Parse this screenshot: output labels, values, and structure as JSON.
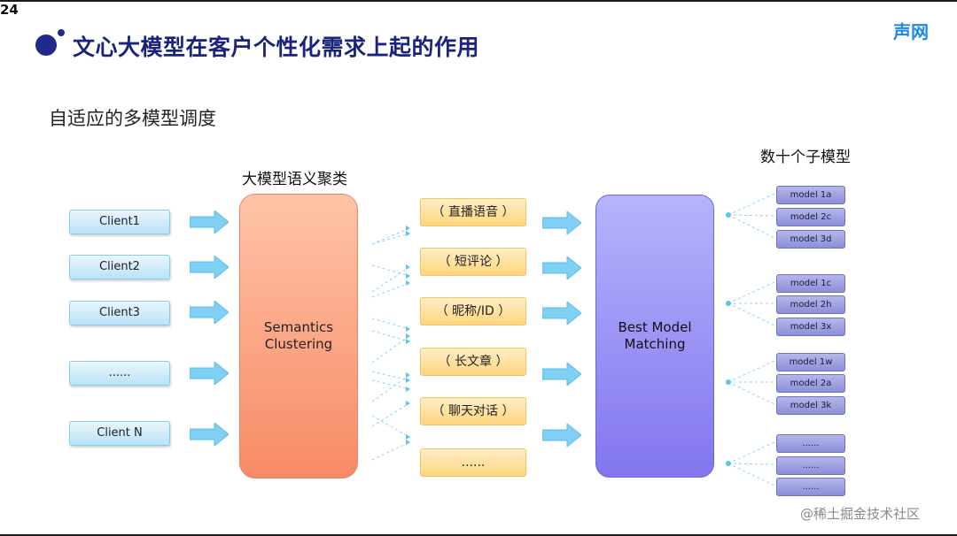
{
  "page_number": "24",
  "title": "文心大模型在客户个性化需求上起的作用",
  "logo": "声网",
  "subtitle": "自适应的多模型调度",
  "labels": {
    "clustering_header": "大模型语义聚类",
    "submodels_header": "数十个子模型"
  },
  "clients": [
    "Client1",
    "Client2",
    "Client3",
    "......",
    "Client N"
  ],
  "semantics_box": "Semantics\nClustering",
  "categories": [
    "（ 直播语音 ）",
    "（ 短评论 ）",
    "（ 昵称/ID ）",
    "（ 长文章 ）",
    "（ 聊天对话 ）",
    "......"
  ],
  "best_model_box": "Best Model\nMatching",
  "model_groups": [
    [
      "model 1a",
      "model 2c",
      "model 3d"
    ],
    [
      "model 1c",
      "model 2h",
      "model 3x"
    ],
    [
      "model 1w",
      "model 2a",
      "model 3k"
    ],
    [
      "......",
      "......",
      "......"
    ]
  ],
  "watermark": "@稀土掘金技术社区",
  "colors": {
    "title": "#1a237e",
    "logo": "#1e88e5",
    "client_fill": "#b9e2f7",
    "arrow": "#7fd0f3",
    "semantics_fill": "#f78a66",
    "category_fill": "#ffd57e",
    "best_model_fill": "#8275ef",
    "model_fill": "#8d8fd8",
    "connector": "#8fd3f4"
  }
}
